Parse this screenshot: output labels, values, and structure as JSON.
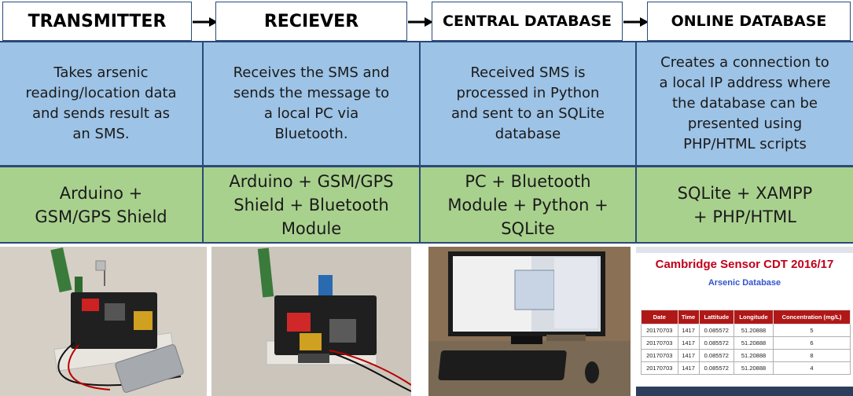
{
  "stages": [
    {
      "title": "TRANSMITTER",
      "description": "Takes arsenic reading/location data and sends result as an SMS.",
      "hardware": "Arduino + GSM/GPS Shield"
    },
    {
      "title": "RECIEVER",
      "description": "Receives the SMS and sends the message to a local PC via Bluetooth.",
      "hardware": "Arduino + GSM/GPS Shield + Bluetooth Module"
    },
    {
      "title": "CENTRAL DATABASE",
      "description": "Received SMS is processed in Python and sent to an SQLite database",
      "hardware": "PC + Bluetooth Module + Python + SQLite"
    },
    {
      "title": "ONLINE DATABASE",
      "description": "Creates a connection to a local IP address where the database can be presented using PHP/HTML scripts",
      "hardware": "SQLite + XAMPP + PHP/HTML"
    }
  ],
  "database_screenshot": {
    "title": "Cambridge Sensor CDT 2016/17",
    "subtitle": "Arsenic Database",
    "columns": [
      "Date",
      "Time",
      "Lattitude",
      "Longitude",
      "Concentration (mg/L)"
    ],
    "rows": [
      [
        "20170703",
        "1417",
        "0.085572",
        "51.20888",
        "5"
      ],
      [
        "20170703",
        "1417",
        "0.085572",
        "51.20888",
        "6"
      ],
      [
        "20170703",
        "1417",
        "0.085572",
        "51.20888",
        "8"
      ],
      [
        "20170703",
        "1417",
        "0.085572",
        "51.20888",
        "4"
      ]
    ]
  },
  "colors": {
    "border": "#2a4a78",
    "description_band": "#9dc3e6",
    "hardware_band": "#a9d18e",
    "db_title": "#c0001a",
    "db_header": "#b01818"
  }
}
